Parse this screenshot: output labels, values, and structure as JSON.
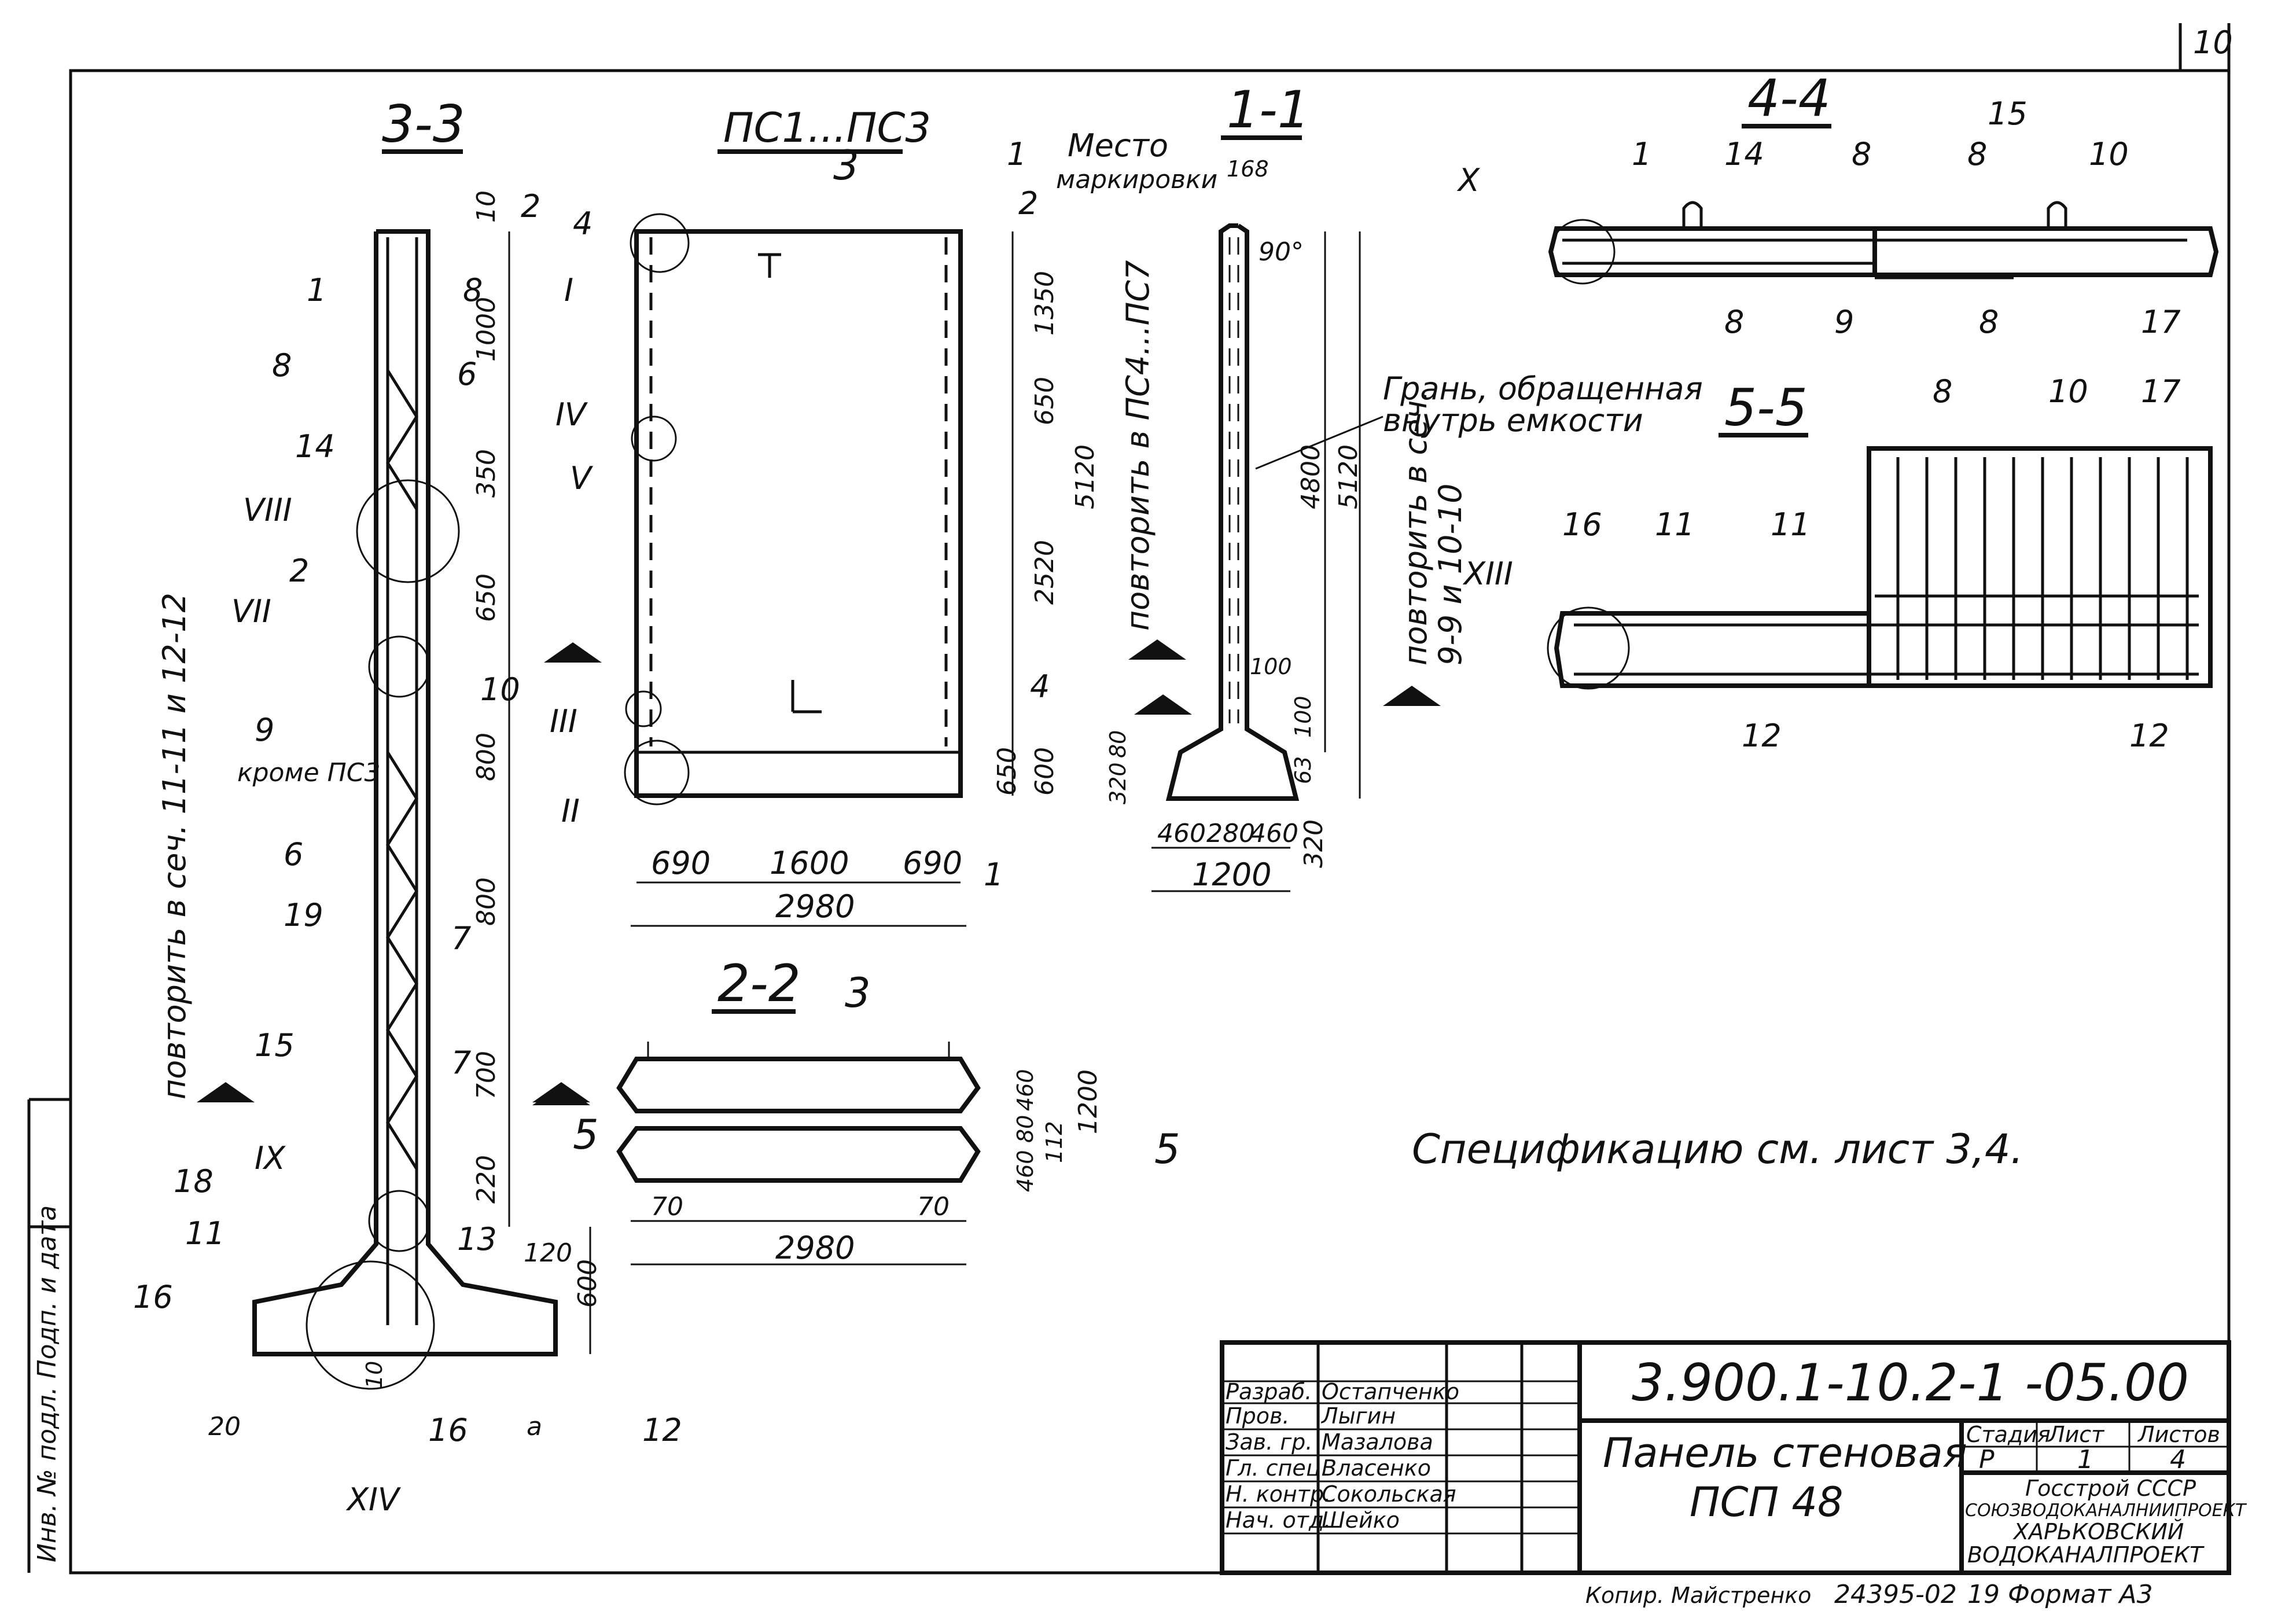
{
  "sheet": {
    "page_number": "10",
    "side_stamp": "Инв. № подл. Подп. и дата"
  },
  "sections": {
    "s33": "3-3",
    "pc": "ПС1...ПС3",
    "s11": "1-1",
    "s44": "4-4",
    "s55": "5-5",
    "s22": "2-2"
  },
  "notes": {
    "marking_place_1": "Место",
    "marking_place_2": "маркировки",
    "face_1": "Грань, обращенная",
    "face_2": "внутрь емкости",
    "repeat_pc47": "повторить в ПС4...ПС7",
    "repeat_99": "повторить в сеч.",
    "repeat_99b": "9-9 и 10-10",
    "repeat_1112": "повторить в сеч. 11-11 и 12-12",
    "except_pc3": "кроме ПС3",
    "spec": "Спецификацию см. лист 3,4."
  },
  "dims_33": [
    "10",
    "1000",
    "350",
    "650",
    "800",
    "800",
    "700",
    "220",
    "120",
    "600",
    "20",
    "а",
    "10"
  ],
  "dims_pc": [
    "1350",
    "650",
    "2520",
    "650",
    "600",
    "5120",
    "690",
    "1600",
    "690",
    "2980"
  ],
  "dims_11": [
    "168",
    "90°",
    "4800",
    "5120",
    "100",
    "100",
    "63",
    "320",
    "80",
    "320",
    "460",
    "280",
    "460",
    "1200"
  ],
  "dims_22": [
    "460",
    "80",
    "460",
    "112",
    "1200",
    "70",
    "70",
    "2980"
  ],
  "positions_33": [
    "1",
    "8",
    "8",
    "6",
    "14",
    "2",
    "10",
    "9",
    "6",
    "19",
    "7",
    "7",
    "15",
    "18",
    "11",
    "13",
    "16",
    "16",
    "12"
  ],
  "positions_44": [
    "1",
    "14",
    "8",
    "8",
    "15",
    "10",
    "8",
    "9",
    "8",
    "17"
  ],
  "positions_55": [
    "8",
    "10",
    "17",
    "16",
    "11",
    "11",
    "12",
    "12"
  ],
  "roman_nodes": [
    "I",
    "II",
    "III",
    "IV",
    "V",
    "VII",
    "VIII",
    "IX",
    "X",
    "XIII",
    "XIV"
  ],
  "cut_marks": [
    "1",
    "1",
    "2",
    "2",
    "3",
    "3",
    "4",
    "4",
    "5",
    "5"
  ],
  "title_block": {
    "code": "3.900.1-10.2-1 -05.00",
    "name_1": "Панель стеновая",
    "name_2": "ПСП 48",
    "roles": [
      {
        "role": "Разраб.",
        "name": "Остапченко"
      },
      {
        "role": "Пров.",
        "name": "Лыгин"
      },
      {
        "role": "Зав. гр.",
        "name": "Мазалова"
      },
      {
        "role": "Гл. спец.",
        "name": "Власенко"
      },
      {
        "role": "Н. контр.",
        "name": "Сокольская"
      },
      {
        "role": "Нач. отд.",
        "name": "Шейко"
      }
    ],
    "stage_header": "Стадия",
    "sheet_header": "Лист",
    "sheets_header": "Листов",
    "stage": "Р",
    "sheet": "1",
    "sheets": "4",
    "org_1": "Госстрой СССР",
    "org_2": "СОЮЗВОДОКАНАЛНИИПРОЕКТ",
    "org_3": "ХАРЬКОВСКИЙ",
    "org_4": "ВОДОКАНАЛПРОЕКТ",
    "copied": "Копир. Майстренко",
    "inv": "24395-02",
    "inv_sheet": "19",
    "format": "Формат А3"
  }
}
